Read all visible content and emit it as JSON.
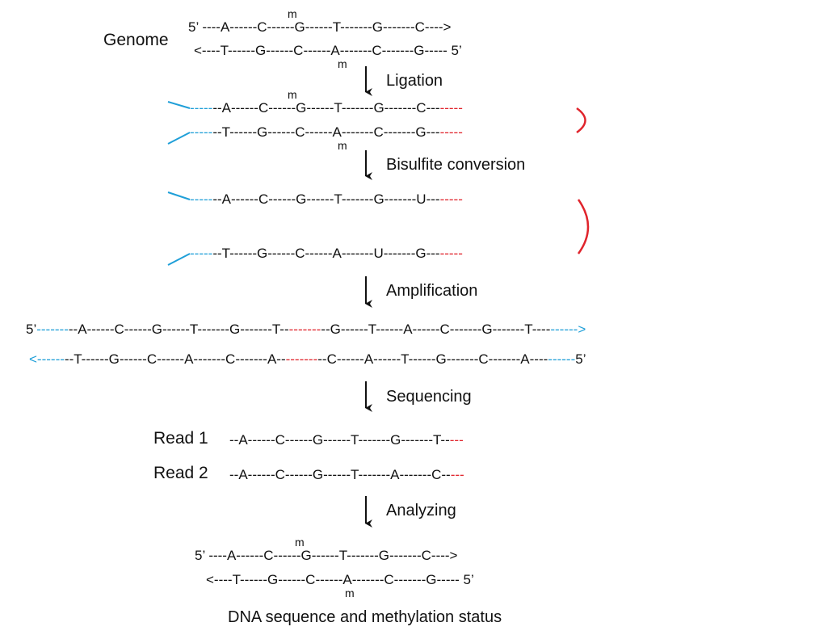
{
  "genome": {
    "label": "Genome",
    "top_strand": "5’ ----A------C------G------T-------G-------C---->",
    "bottom_strand": "<----T------G------C------A-------C-------G----- 5’",
    "meth_mark": "m"
  },
  "steps": {
    "ligation": "Ligation",
    "bisulfite": "Bisulfite conversion",
    "amplification": "Amplification",
    "sequencing": "Sequencing",
    "analyzing": "Analyzing"
  },
  "ligated": {
    "top_adapter": "-----",
    "top_seq": "--A------C------G------T-------G-------C---",
    "top_hairpin": "-----",
    "bottom_adapter": "-----",
    "bottom_seq": "--T------G------C------A-------C-------G---",
    "bottom_hairpin": "-----"
  },
  "converted": {
    "top_adapter": "-----",
    "top_seq": "--A------C------G------T-------G-------U---",
    "top_hairpin": "-----",
    "bottom_adapter": "-----",
    "bottom_seq": "--T------G------C------A-------U-------G---",
    "bottom_hairpin": "-----"
  },
  "amplified": {
    "top_prime": "5’",
    "top_left_adapter": "-------",
    "top_left_seq": "--A------C------G------T-------G-------T--",
    "top_loop": "-------",
    "top_right_seq": "--G------T------A------C-------G-------T----",
    "top_right_adapter": "------>",
    "bottom_left_adapter": "<------",
    "bottom_left_seq": "--T------G------C------A-------C-------A--",
    "bottom_loop": "-------",
    "bottom_right_seq": "--C------A------T------G-------C-------A----",
    "bottom_right_adapter": "------",
    "bottom_prime": "5’"
  },
  "reads": [
    {
      "label": "Read 1",
      "seq": "--A------C------G------T-------G-------T--",
      "tail": "---"
    },
    {
      "label": "Read 2",
      "seq": "--A------C------G------T-------A-------C--",
      "tail": "---"
    }
  ],
  "result": {
    "top_strand": "5’ ----A------C------G------T-------G-------C---->",
    "bottom_strand": "<----T------G------C------A-------C-------G----- 5’",
    "meth_mark": "m",
    "caption": "DNA sequence and methylation status"
  },
  "colors": {
    "adapter": "#1f9fd8",
    "hairpin": "#e0242c",
    "text": "#111111"
  }
}
